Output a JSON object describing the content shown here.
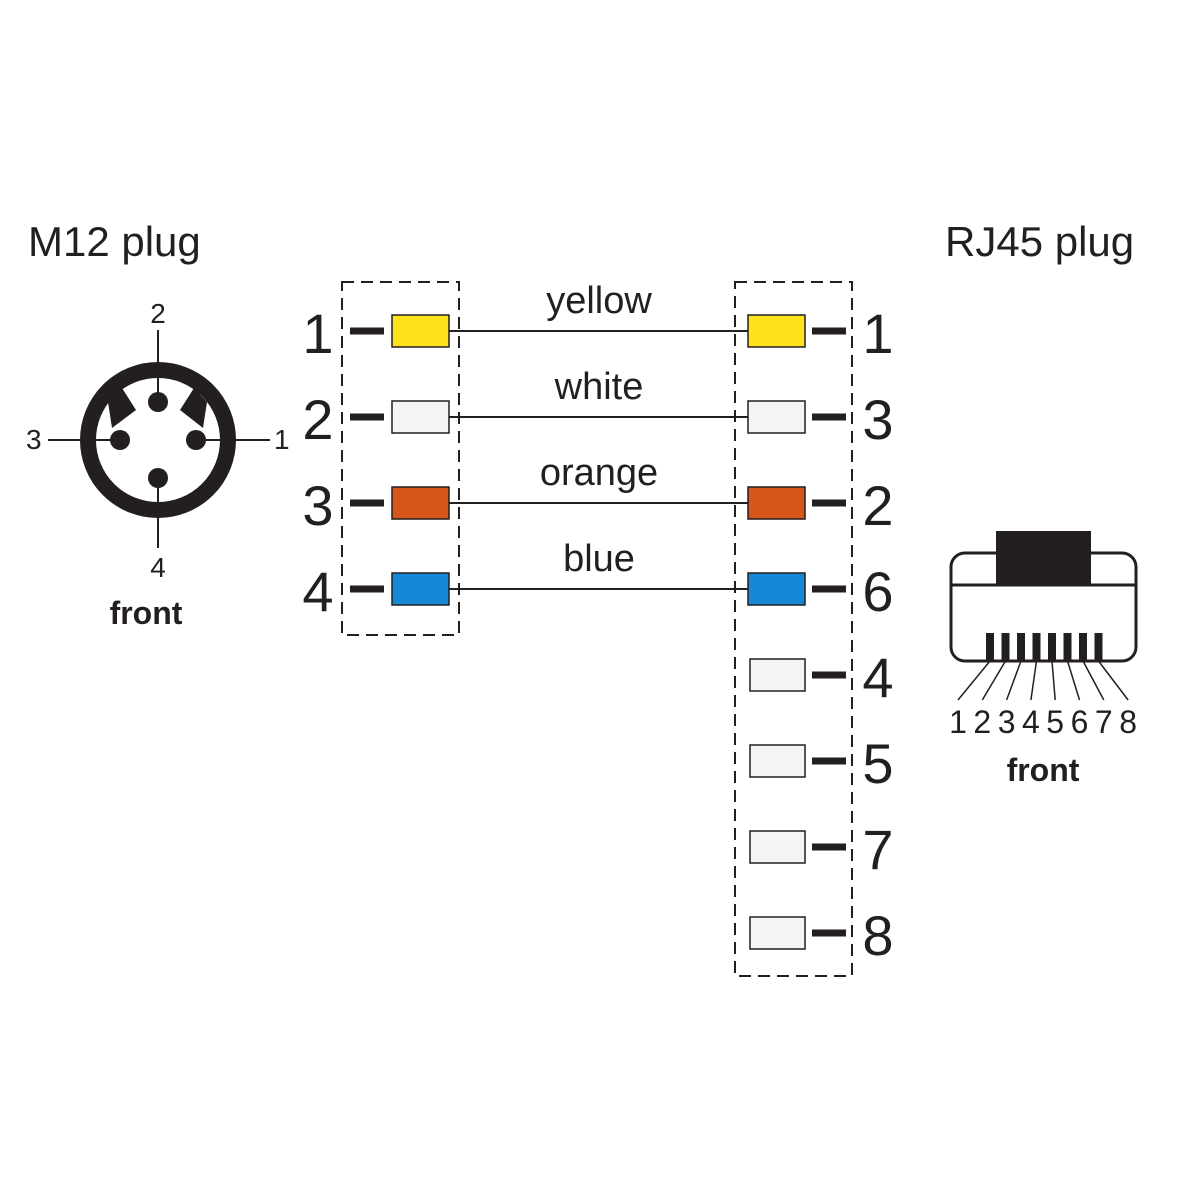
{
  "m12": {
    "title": "M12 plug",
    "face_label": "front",
    "pin_labels": [
      "1",
      "2",
      "3",
      "4"
    ]
  },
  "rj45": {
    "title": "RJ45 plug",
    "face_label": "front",
    "contact_labels": [
      "1",
      "2",
      "3",
      "4",
      "5",
      "6",
      "7",
      "8"
    ]
  },
  "wiring": {
    "wires": [
      {
        "color_name": "yellow",
        "m12_pin": "1",
        "rj45_pin": "1",
        "color": "#ffe11c"
      },
      {
        "color_name": "white",
        "m12_pin": "2",
        "rj45_pin": "3",
        "color": "#f4f4f4"
      },
      {
        "color_name": "orange",
        "m12_pin": "3",
        "rj45_pin": "2",
        "color": "#d6561a"
      },
      {
        "color_name": "blue",
        "m12_pin": "4",
        "rj45_pin": "6",
        "color": "#1488d6"
      }
    ],
    "unused_rj45_pins": [
      "4",
      "5",
      "7",
      "8"
    ],
    "unused_color": "#f4f4f4"
  }
}
